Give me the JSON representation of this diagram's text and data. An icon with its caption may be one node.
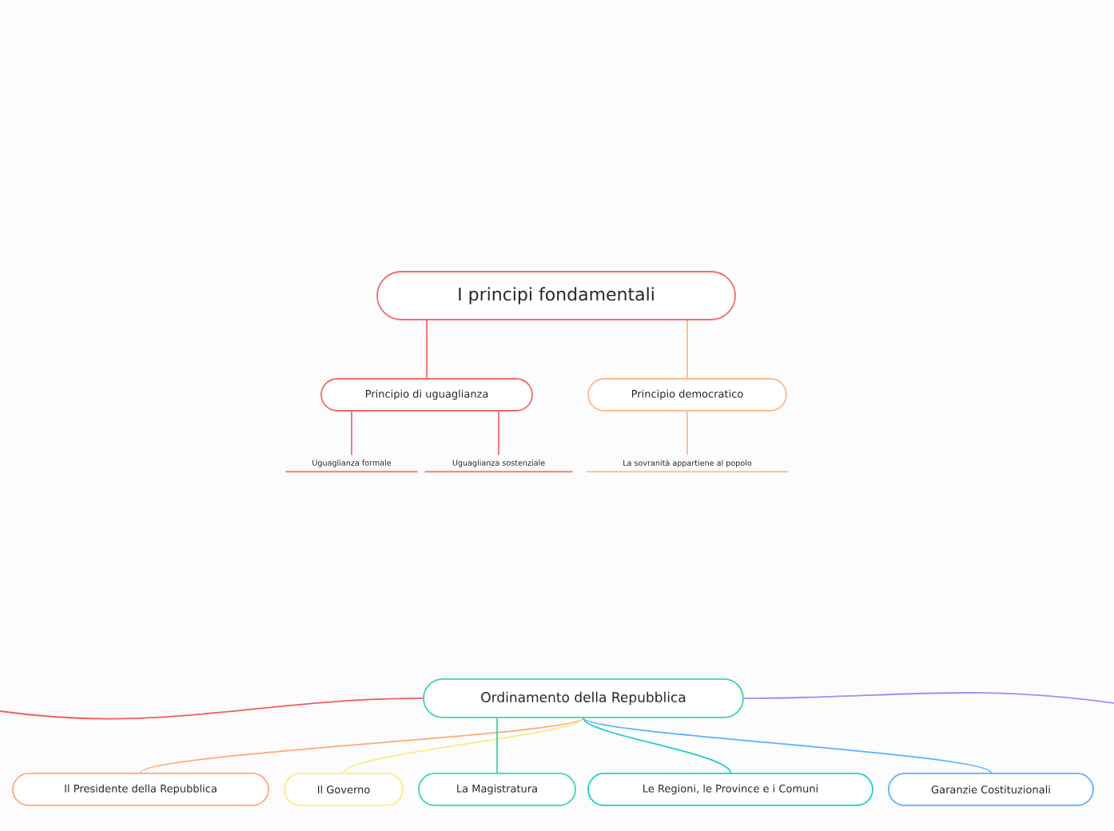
{
  "diagram": {
    "nodes": [
      {
        "text": [
          "I principi fondamentali"
        ]
      },
      {
        "text": [
          "Principio di uguaglianza"
        ]
      },
      {
        "text": [
          "Principio democratico"
        ]
      },
      {
        "text": [
          "Uguaglianza formale"
        ]
      },
      {
        "text": [
          "Uguaglianza sostenziale"
        ]
      },
      {
        "text": [
          "La sovranità appartiene al popolo"
        ]
      },
      {
        "text": [
          "Ordinamento della Repubblica"
        ]
      },
      {
        "text": [
          "Il Presidente della Repubblica"
        ]
      },
      {
        "text": [
          "Il Governo"
        ]
      },
      {
        "text": [
          "La Magistratura"
        ]
      },
      {
        "text": [
          "Le Regioni, le Province e i Comuni"
        ]
      },
      {
        "text": [
          "Garanzie Costituzionali"
        ]
      }
    ],
    "edges": [
      {
        "from": 0,
        "to": 1,
        "arrow": "none",
        "color": "#f26a6a"
      },
      {
        "from": 0,
        "to": 2,
        "arrow": "none",
        "color": "#ffb98a"
      },
      {
        "from": 1,
        "to": 3,
        "arrow": "none",
        "color": "#f26a6a"
      },
      {
        "from": 1,
        "to": 4,
        "arrow": "none",
        "color": "#f26a6a"
      },
      {
        "from": 2,
        "to": 5,
        "arrow": "none",
        "color": "#ffb98a"
      },
      {
        "from": 6,
        "to": null,
        "arrow": "none",
        "color": "#f25c5c"
      },
      {
        "from": 6,
        "to": 7,
        "arrow": "none",
        "color": "#ffaa77"
      },
      {
        "from": 6,
        "to": 8,
        "arrow": "none",
        "color": "#f8ec80"
      },
      {
        "from": 6,
        "to": 9,
        "arrow": "none",
        "color": "#3ed6a8"
      },
      {
        "from": 6,
        "to": 10,
        "arrow": "none",
        "color": "#1ccfcf"
      },
      {
        "from": 6,
        "to": 11,
        "arrow": "none",
        "color": "#5eb0ff"
      },
      {
        "from": 6,
        "to": null,
        "arrow": "none",
        "color": "#a08cf5"
      }
    ]
  }
}
